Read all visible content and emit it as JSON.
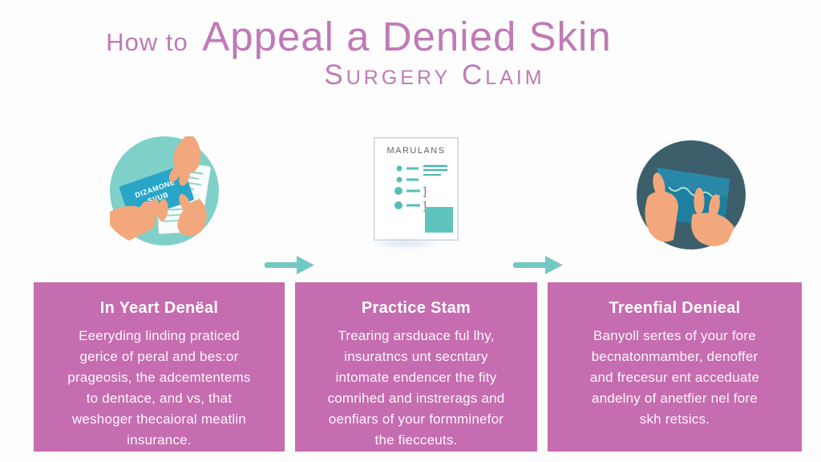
{
  "title": {
    "prefix": "How to",
    "main": "Appeal a Denied Skin",
    "line2": "Surgery Claim"
  },
  "icons": {
    "insurance_card": {
      "name": "hands-insurance-card-icon",
      "card_text_line1": "DIZAMONE",
      "card_text_line2": "SVUB"
    },
    "checklist": {
      "name": "checklist-document-icon",
      "header": "MARULANS",
      "bracket": "]"
    },
    "signature": {
      "name": "hands-signed-document-icon"
    },
    "arrow": {
      "name": "arrow-right-icon"
    }
  },
  "steps": [
    {
      "heading": "In Yeart Denëal",
      "body": "Eeeryding linding praticed\ngerice of peral and bes:or\nprageosis, the adcemtentems\nto dentace, and vs, that\nweshoger thecaioral meatlin\ninsurance."
    },
    {
      "heading": "Practice Stam",
      "body": "Trearing arsduace ful lhy,\ninsuratncs unt secntary\nintomate endencer the fity\ncomrihed and instrerags and\noenfiars of your formminefor\nthe fiecceuts."
    },
    {
      "heading": "Treenfial Denieal",
      "body": "Banyoll sertes of your fore\nbecnatonmamber, denoffer\nand frecesur ent acceduate\nandelny of anetfier nel fore\nskh retsics."
    }
  ],
  "colors": {
    "title_pink": "#c07ab6",
    "box_pink": "#c66cb0",
    "teal_accent": "#74c8c3",
    "icon_circle_light": "#7ed0c9",
    "icon_circle_dark": "#3d5f6c",
    "card_teal": "#29a6c7",
    "doc_teal": "#1f7f9f",
    "skin": "#f2a87c"
  }
}
